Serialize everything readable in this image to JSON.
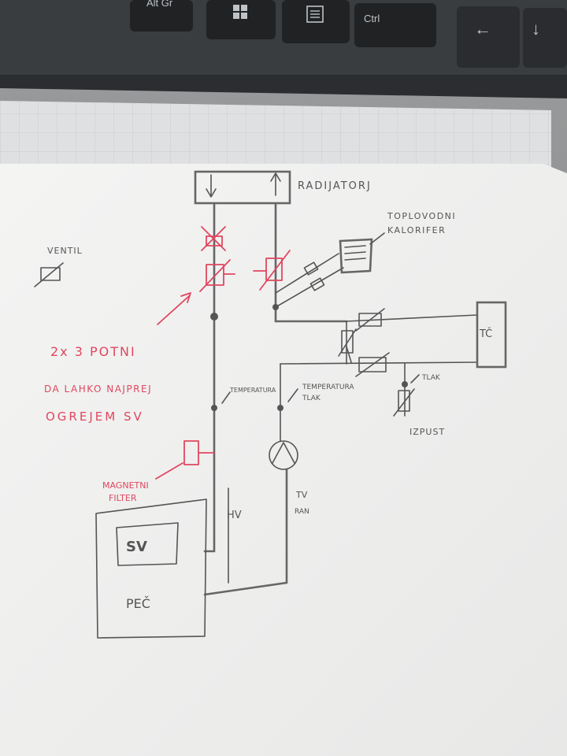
{
  "keyboard": {
    "keys": [
      "Alt Gr",
      "Ctrl"
    ]
  },
  "sketch": {
    "radiators": "RADIJATORJ",
    "convector_line1": "TOPLOVODNI",
    "convector_line2": "KALORIFER",
    "valve_legend": "VENTIL",
    "heat_pump": "TČ",
    "pressure_right": "TLAK",
    "drain": "IZPUST",
    "temp_left": "TEMPERATURA",
    "temp_right_line1": "TEMPERATURA",
    "temp_right_line2": "TLAK",
    "supply": "HV",
    "return_line1": "TV",
    "return_line2": "RAN",
    "boiler_box": "SV",
    "furnace": "PEČ",
    "note_line1": "2x 3 POTNI",
    "note_line2": "DA LAHKO NAJPREJ",
    "note_line3": "OGREJEM SV",
    "filter_line1": "MAGNETNI",
    "filter_line2": "FILTER"
  },
  "colors": {
    "pencil": "#555555",
    "red_ink": "#e0475f",
    "paper": "#f1f1f0"
  }
}
